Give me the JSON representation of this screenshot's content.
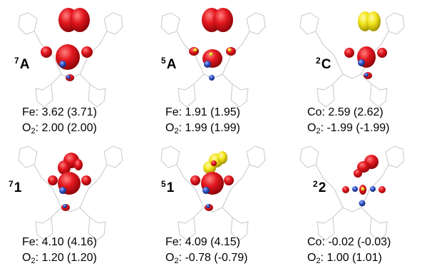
{
  "colors": {
    "spin_alpha": "#d9141c",
    "spin_beta": "#f2e61e",
    "metal_atom": "#2f4fc2",
    "skeleton": "#c8c8c8"
  },
  "panels": [
    {
      "id": "7A",
      "sup": "7",
      "main": "A",
      "metal_symbol": "Fe",
      "metal_sep": ": ",
      "metal_value": "3.62 (3.71)",
      "o2_symbol": "O",
      "o2_sub": "2",
      "o2_sep": ": ",
      "o2_value": "2.00 (2.00)"
    },
    {
      "id": "5A",
      "sup": "5",
      "main": "A",
      "metal_symbol": "Fe",
      "metal_sep": ": ",
      "metal_value": "1.91 (1.95)",
      "o2_symbol": "O",
      "o2_sub": "2",
      "o2_sep": ": ",
      "o2_value": "1.99 (1.99)"
    },
    {
      "id": "2C",
      "sup": "2",
      "main": "C",
      "metal_symbol": "Co",
      "metal_sep": ": ",
      "metal_value": "2.59 (2.62)",
      "o2_symbol": "O",
      "o2_sub": "2",
      "o2_sep": ": ",
      "o2_value": "-1.99 (-1.99)"
    },
    {
      "id": "71",
      "sup": "7",
      "main": "1",
      "metal_symbol": "Fe",
      "metal_sep": ": ",
      "metal_value": "4.10 (4.16)",
      "o2_symbol": "O",
      "o2_sub": "2",
      "o2_sep": ": ",
      "o2_value": "1.20 (1.20)"
    },
    {
      "id": "51",
      "sup": "5",
      "main": "1",
      "metal_symbol": "Fe",
      "metal_sep": ": ",
      "metal_value": "4.09 (4.15)",
      "o2_symbol": "O",
      "o2_sub": "2",
      "o2_sep": ": ",
      "o2_value": "-0.78 (-0.79)"
    },
    {
      "id": "22",
      "sup": "2",
      "main": "2",
      "metal_symbol": "Co",
      "metal_sep": ": ",
      "metal_value": "-0.02 (-0.03)",
      "o2_symbol": "O",
      "o2_sub": "2",
      "o2_sep": ": ",
      "o2_value": "1.00 (1.01)"
    }
  ]
}
